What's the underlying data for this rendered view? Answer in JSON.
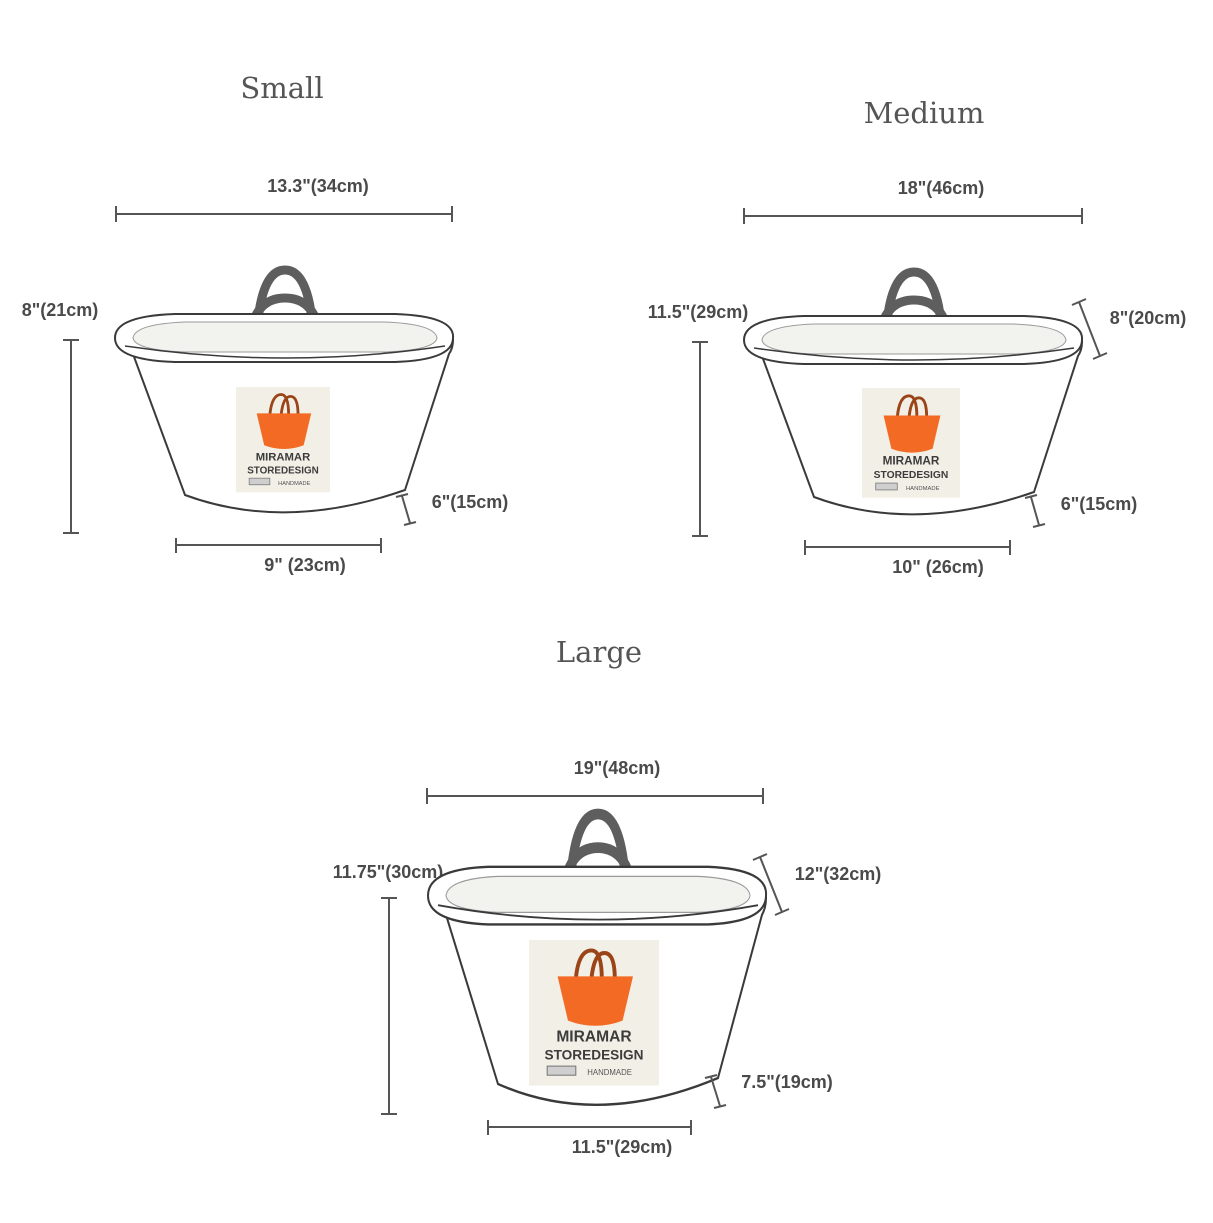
{
  "colors": {
    "outline": "#3a3a3a",
    "handle": "#5e5e5e",
    "logo_background": "#f2efe6",
    "logo_bag": "#f26a24",
    "text": "#4a4a4a"
  },
  "logo": {
    "line1": "MIRAMAR",
    "line2": "STOREDESIGN",
    "line3": "HANDMADE",
    "icon": "hand-icon"
  },
  "bags": [
    {
      "title": "Small",
      "top_width": "13.3\"(34cm)",
      "height": "8\"(21cm)",
      "base_depth": "6\"(15cm)",
      "base_width": "9\" (23cm)"
    },
    {
      "title": "Medium",
      "top_width": "18\"(46cm)",
      "height": "11.5\"(29cm)",
      "handle_height": "8\"(20cm)",
      "base_depth": "6\"(15cm)",
      "base_width": "10\" (26cm)"
    },
    {
      "title": "Large",
      "top_width": "19\"(48cm)",
      "height": "11.75\"(30cm)",
      "handle_height": "12\"(32cm)",
      "base_depth": "7.5\"(19cm)",
      "base_width": "11.5\"(29cm)"
    }
  ]
}
